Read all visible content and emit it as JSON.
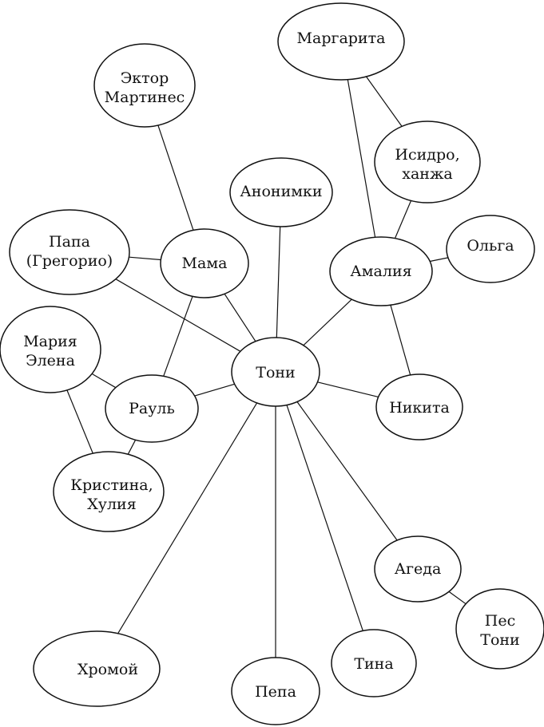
{
  "nodes": {
    "margarita": [
      "Маргарита"
    ],
    "hector": [
      "Эктор",
      "Мартинес"
    ],
    "isidro": [
      "Исидро,",
      "ханжа"
    ],
    "anonymous": [
      "Анонимки"
    ],
    "olga": [
      "Ольга"
    ],
    "papa": [
      "Папа",
      "(Грегорио)"
    ],
    "mama": [
      "Мама"
    ],
    "amalia": [
      "Амалия"
    ],
    "maria": [
      "Мария",
      "Элена"
    ],
    "toni": [
      "Тони"
    ],
    "raul": [
      "Рауль"
    ],
    "nikita": [
      "Никита"
    ],
    "cristina": [
      "Кристина,",
      "Хулия"
    ],
    "ageda": [
      "Агеда"
    ],
    "dog": [
      "Пес",
      "Тони"
    ],
    "lame": [
      "Хромой"
    ],
    "tina": [
      "Тина"
    ],
    "pepa": [
      "Пепа"
    ]
  },
  "edges": [
    [
      "toni",
      "mama"
    ],
    [
      "toni",
      "papa"
    ],
    [
      "toni",
      "anonymous"
    ],
    [
      "toni",
      "amalia"
    ],
    [
      "toni",
      "raul"
    ],
    [
      "toni",
      "nikita"
    ],
    [
      "toni",
      "ageda"
    ],
    [
      "toni",
      "tina"
    ],
    [
      "toni",
      "pepa"
    ],
    [
      "toni",
      "lame"
    ],
    [
      "mama",
      "hector"
    ],
    [
      "mama",
      "papa"
    ],
    [
      "mama",
      "raul"
    ],
    [
      "amalia",
      "margarita"
    ],
    [
      "amalia",
      "isidro"
    ],
    [
      "amalia",
      "olga"
    ],
    [
      "amalia",
      "nikita"
    ],
    [
      "margarita",
      "isidro"
    ],
    [
      "raul",
      "maria"
    ],
    [
      "raul",
      "cristina"
    ],
    [
      "maria",
      "cristina"
    ],
    [
      "ageda",
      "dog"
    ]
  ]
}
